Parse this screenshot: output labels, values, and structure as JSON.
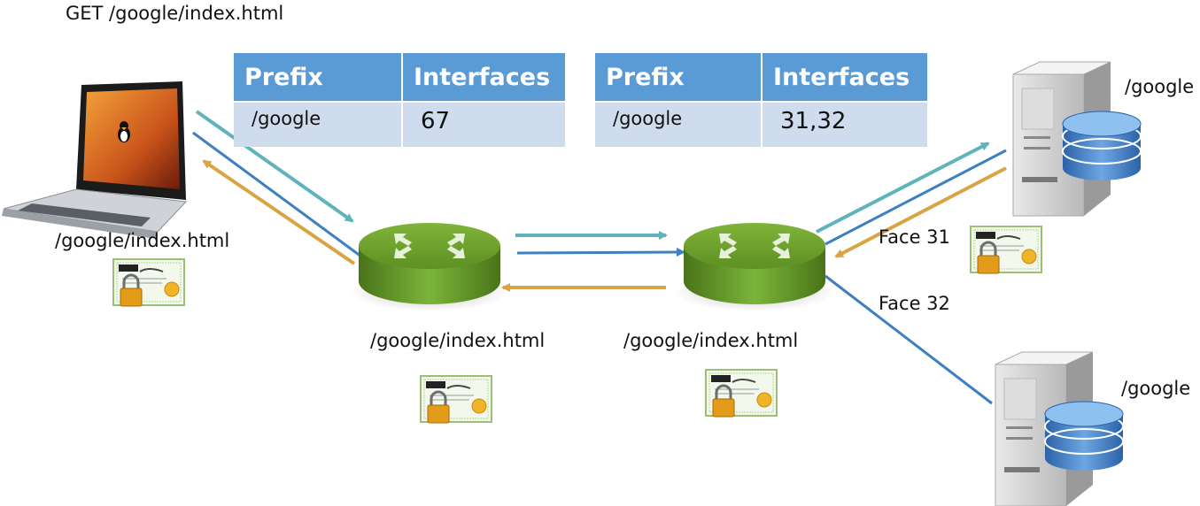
{
  "request_label": "GET /google/index.html",
  "tables": [
    {
      "headers": [
        "Prefix",
        "Interfaces"
      ],
      "prefix": "/google",
      "interfaces": "67"
    },
    {
      "headers": [
        "Prefix",
        "Interfaces"
      ],
      "prefix": "/google",
      "interfaces": "31,32"
    }
  ],
  "labels": {
    "client_content": "/google/index.html",
    "router1_content": "/google/index.html",
    "router2_content": "/google/index.html",
    "server_top": "/google",
    "server_bottom": "/google",
    "face31": "Face 31",
    "face32": "Face 32"
  },
  "colors": {
    "interest_arrow": "#5fb3bd",
    "data_arrow": "#d9a443",
    "link_line": "#3d7fc1",
    "router_green": "#6a9b2b",
    "table_header": "#5b9bd5",
    "table_body": "#cfdcee"
  },
  "icons": [
    "laptop-icon",
    "router-icon",
    "server-icon",
    "database-icon",
    "certificate-icon",
    "padlock-icon"
  ]
}
